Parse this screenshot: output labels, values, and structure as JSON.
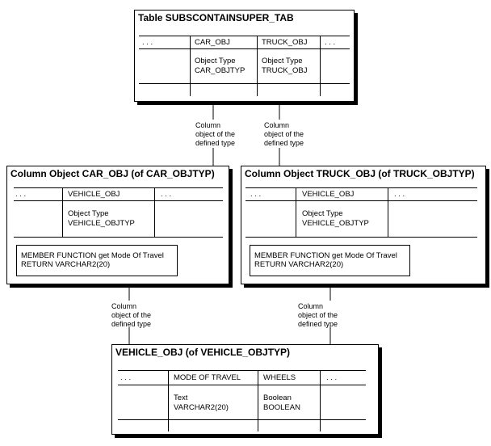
{
  "subscontain": {
    "title": "Table SUBSCONTAINSUPER_TAB",
    "col1_header": ". . .",
    "col2_header": "CAR_OBJ",
    "col3_header": "TRUCK_OBJ",
    "col4_header": ". . .",
    "col2_type_line1": "Object Type",
    "col2_type_line2": "CAR_OBJTYP",
    "col3_type_line1": "Object Type",
    "col3_type_line2": "TRUCK_OBJ"
  },
  "connector_text": {
    "line1": "Column",
    "line2": "object of the",
    "line3": "defined type"
  },
  "car_obj": {
    "title": "Column Object CAR_OBJ (of CAR_OBJTYP)",
    "col1_header": ". . .",
    "col2_header": "VEHICLE_OBJ",
    "col3_header": ". . .",
    "type_line1": "Object Type",
    "type_line2": "VEHICLE_OBJTYP",
    "method_line1": "MEMBER FUNCTION get Mode Of Travel",
    "method_line2": "RETURN VARCHAR2(20)"
  },
  "truck_obj": {
    "title": "Column Object TRUCK_OBJ (of TRUCK_OBJTYP)",
    "col1_header": ". . .",
    "col2_header": "VEHICLE_OBJ",
    "col3_header": ". . .",
    "type_line1": "Object Type",
    "type_line2": "VEHICLE_OBJTYP",
    "method_line1": "MEMBER FUNCTION get Mode Of Travel",
    "method_line2": "RETURN VARCHAR2(20)"
  },
  "vehicle_obj": {
    "title": "VEHICLE_OBJ (of VEHICLE_OBJTYP)",
    "col1_header": ". . .",
    "col2_header": "MODE OF TRAVEL",
    "col3_header": "WHEELS",
    "col4_header": ". . .",
    "col2_type_line1": "Text",
    "col2_type_line2": "VARCHAR2(20)",
    "col3_type_line1": "Boolean",
    "col3_type_line2": "BOOLEAN"
  }
}
